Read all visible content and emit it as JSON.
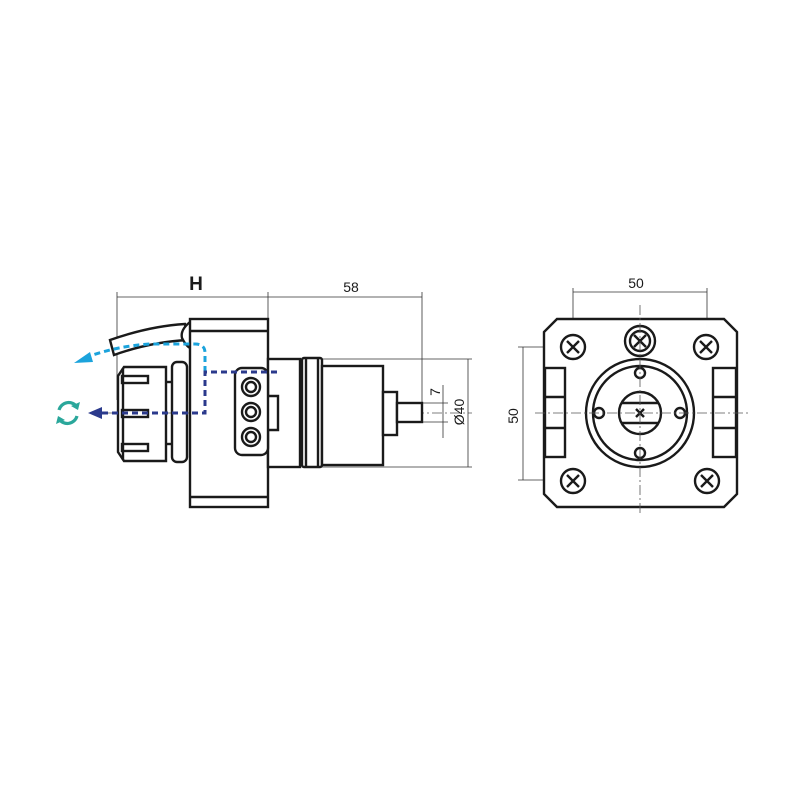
{
  "side_view": {
    "dim_h_label": "H",
    "dim_length_label": "58",
    "dim_shaft_label": "7",
    "dim_diameter_label": "Ø40"
  },
  "front_view": {
    "dim_width_label": "50",
    "dim_height_label": "50"
  },
  "colors": {
    "coolant_outer": "#1ba3dc",
    "coolant_inner": "#2b3a8c",
    "rotation": "#2aa79b",
    "line": "#1a1a1a"
  },
  "icons": [
    "rotation-icon"
  ]
}
